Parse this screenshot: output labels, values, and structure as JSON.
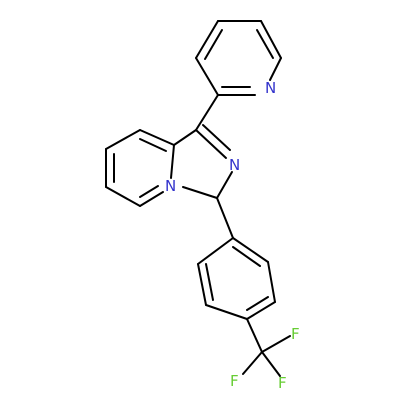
{
  "molecule": {
    "colors": {
      "bond": "#000000",
      "nitrogen": "#3333cc",
      "fluorine": "#66cc33",
      "background": "#ffffff"
    },
    "labels": {
      "n_pyridine": "N",
      "n_imine": "N",
      "n_bridgehead": "N",
      "f_1": "F",
      "f_2": "F",
      "f_3": "F"
    }
  }
}
